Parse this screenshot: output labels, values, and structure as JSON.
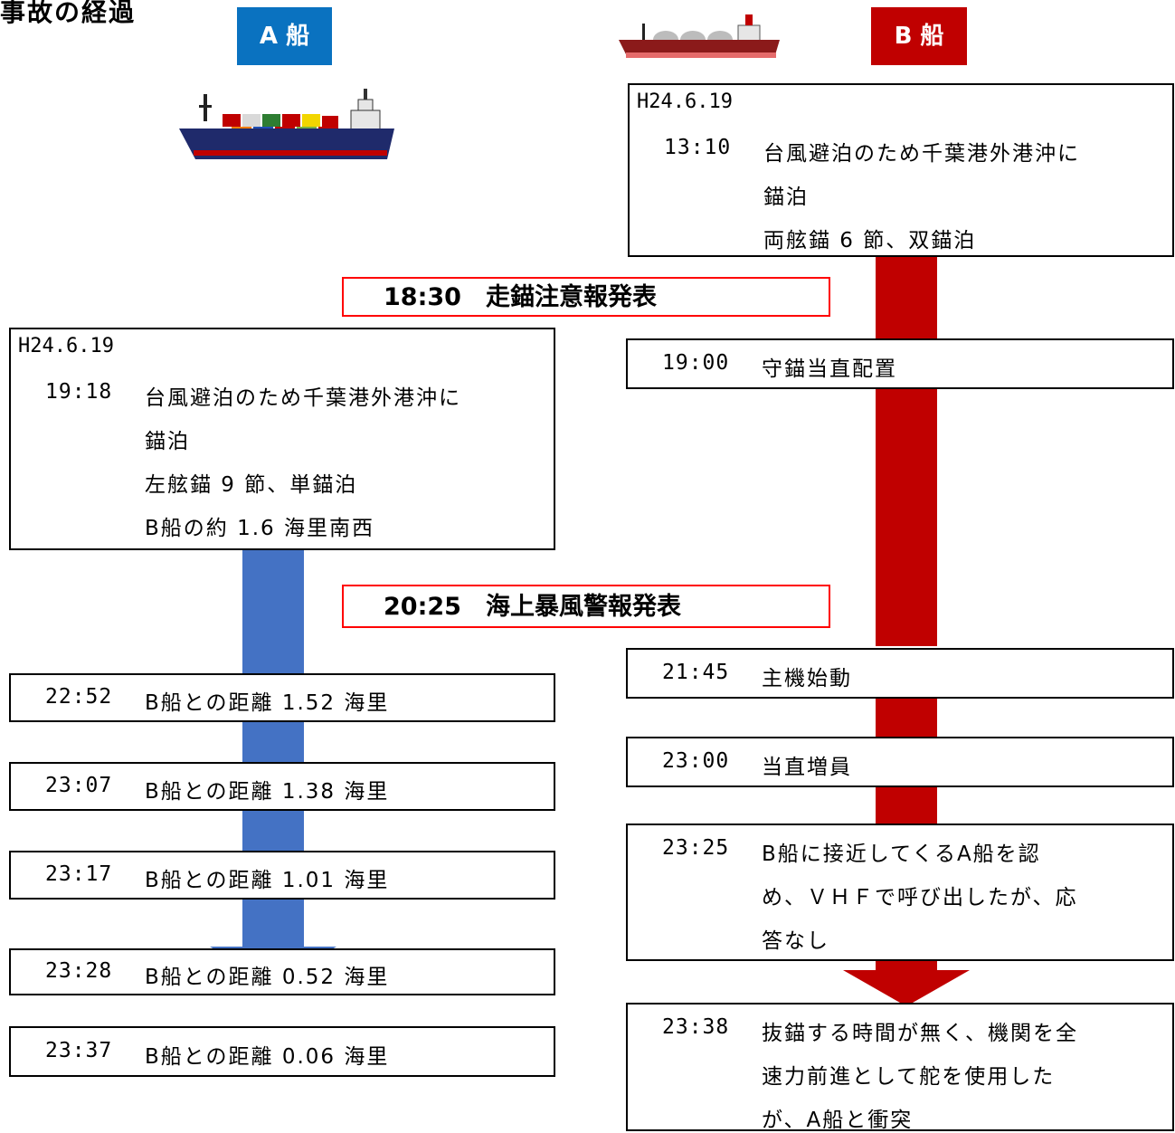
{
  "title": "事故の経過",
  "ship_a": {
    "label": "A 船"
  },
  "ship_b": {
    "label": "B 船"
  },
  "alerts": [
    {
      "text": "18:30　走錨注意報発表"
    },
    {
      "text": "20:25　海上暴風警報発表"
    }
  ],
  "a_events": {
    "anchor": {
      "date": "H24.6.19",
      "time": "19:18",
      "lines": [
        "台風避泊のため千葉港外港沖に",
        "錨泊",
        "左舷錨 9 節、単錨泊",
        "B船の約 1.6 海里南西"
      ]
    },
    "rows": [
      {
        "time": "22:52",
        "text": "B船との距離 1.52 海里"
      },
      {
        "time": "23:07",
        "text": "B船との距離 1.38 海里"
      },
      {
        "time": "23:17",
        "text": "B船との距離 1.01 海里"
      },
      {
        "time": "23:28",
        "text": "B船との距離 0.52 海里"
      },
      {
        "time": "23:37",
        "text": "B船との距離 0.06 海里"
      }
    ]
  },
  "b_events": {
    "anchor": {
      "date": "H24.6.19",
      "time": "13:10",
      "lines": [
        "台風避泊のため千葉港外港沖に",
        "錨泊",
        "両舷錨 6 節、双錨泊"
      ]
    },
    "e1": {
      "time": "19:00",
      "text": "守錨当直配置"
    },
    "e2": {
      "time": "21:45",
      "text": "主機始動"
    },
    "e3": {
      "time": "23:00",
      "text": "当直増員"
    },
    "e4": {
      "time": "23:25",
      "lines": [
        "B船に接近してくるA船を認",
        "め、ＶＨＦで呼び出したが、応",
        "答なし"
      ]
    },
    "e5": {
      "time": "23:38",
      "lines": [
        "抜錨する時間が無く、機関を全",
        "速力前進として舵を使用した",
        "が、A船と衝突"
      ]
    }
  },
  "colors": {
    "ship_a": "#0a72c0",
    "ship_b": "#c00000",
    "arrow_a": "#4472c4",
    "arrow_b": "#c00000",
    "alert_border": "#ff0000"
  },
  "icons": [
    "container-ship-icon",
    "lng-tanker-icon"
  ]
}
